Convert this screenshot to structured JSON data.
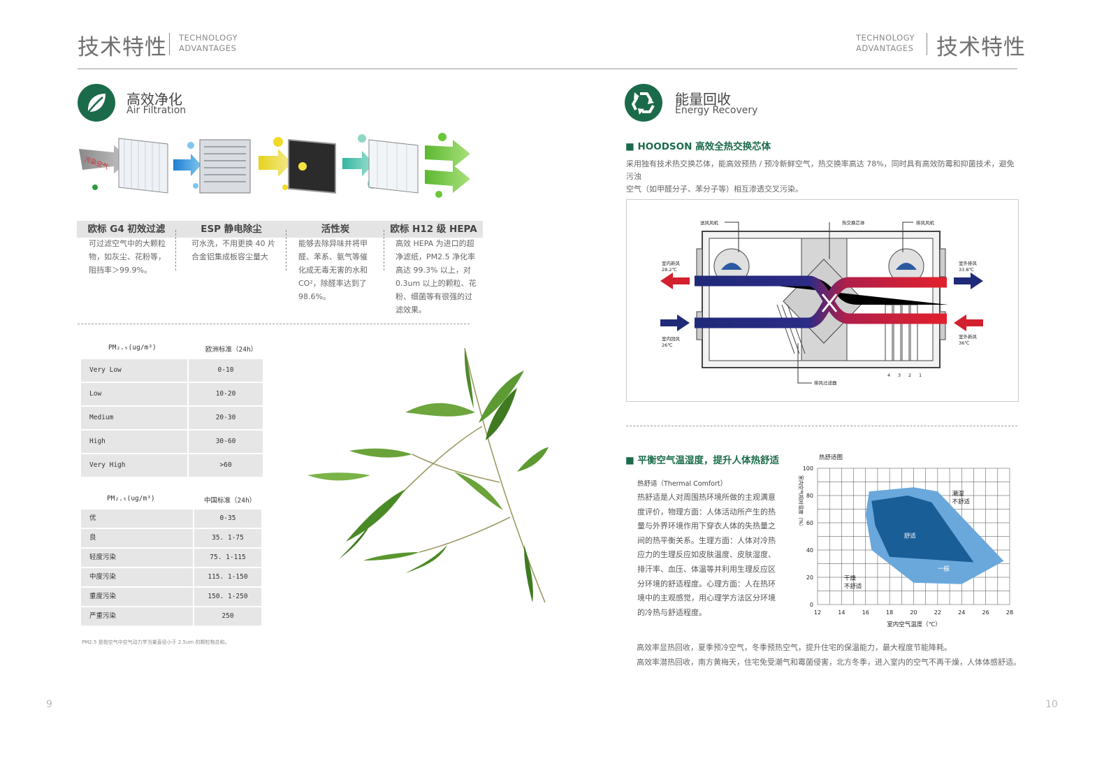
{
  "header_left": {
    "cn": "技术特性",
    "en1": "TECHNOLOGY",
    "en2": "ADVANTAGES"
  },
  "header_right": {
    "cn": "技术特性",
    "en1": "TECHNOLOGY",
    "en2": "ADVANTAGES"
  },
  "air": {
    "title_cn": "高效净化",
    "title_en": "Air Filtration",
    "illus_label": "污染空气",
    "cols": [
      {
        "title": "欧标 G4 初效过滤",
        "lines": [
          "可过滤空气中的大颗粒",
          "物，如灰尘、花粉等，",
          "阻挡率＞99.9%。"
        ]
      },
      {
        "title": "ESP 静电除尘",
        "lines": [
          "可水洗，不用更换 40 片",
          "合金铝集成板容尘量大"
        ]
      },
      {
        "title": "活性炭",
        "lines": [
          "能够去除异味并将甲",
          "醛、苯系、氨气等催",
          "化成无毒无害的水和",
          "CO²，除醛率达到了",
          "98.6%。"
        ]
      },
      {
        "title": "欧标 H12 级 HEPA",
        "lines": [
          "高效 HEPA 为进口的超",
          "净滤纸，PM2.5 净化率",
          "高达 99.3% 以上，对",
          "0.3um 以上的颗粒、花",
          "粉、细菌等有很强的过",
          "滤效果。"
        ]
      }
    ]
  },
  "eu_table": {
    "h1": "PM₂.₅(ug/m³)",
    "h2": "欧洲标准（24h）",
    "rows": [
      [
        "Very Low",
        "0-10"
      ],
      [
        "Low",
        "10-20"
      ],
      [
        "Medium",
        "20-30"
      ],
      [
        "High",
        "30-60"
      ],
      [
        "Very High",
        ">60"
      ]
    ]
  },
  "cn_table": {
    "h1": "PM₂.₅(ug/m³)",
    "h2": "中国标准（24h）",
    "rows": [
      [
        "优",
        "0-35"
      ],
      [
        "良",
        "35. 1-75"
      ],
      [
        "轻度污染",
        "75. 1-115"
      ],
      [
        "中度污染",
        "115. 1-150"
      ],
      [
        "重度污染",
        "150. 1-250"
      ],
      [
        "严重污染",
        "250"
      ]
    ]
  },
  "footnote": "PM2.5 是指空气中空气动力学当量直径小于 2.5um 的颗粒物总和。",
  "energy": {
    "title_cn": "能量回收",
    "title_en": "Energy Recovery",
    "sub1": "■ HOODSON 高效全热交换芯体",
    "desc": [
      "采用独有技术热交换芯体，能高效预热 / 预冷新鲜空气，热交换率高达 78%，同时具有高效防霉和抑菌技术，避免污浊",
      "空气（如甲醛分子、苯分子等）相互渗透交叉污染。"
    ],
    "diagram": {
      "send_fan": "送风风机",
      "core": "热交换芯体",
      "exhaust_fan": "排风风机",
      "indoor_fresh": "室内新风",
      "indoor_fresh_t": "28.2℃",
      "indoor_return": "室内回风",
      "indoor_return_t": "26℃",
      "outdoor_exhaust": "室外排风",
      "outdoor_exhaust_t": "33.8℃",
      "outdoor_fresh": "室外新风",
      "outdoor_fresh_t": "36℃",
      "filter": "排风过滤器",
      "nums": [
        "4",
        "3",
        "2",
        "1"
      ]
    },
    "sub2": "■ 平衡空气温湿度，提升人体热舒适",
    "tc_title": "热舒适（Thermal Comfort）",
    "tc_lines": [
      "热舒适是人对周围热环境所做的主观满意",
      "度评价，物理方面：人体活动所产生的热",
      "量与外界环境作用下穿衣人体的失热量之",
      "间的热平衡关系。生理方面：人体对冷热",
      "应力的生理反应如皮肤温度、皮肤湿度、",
      "排汗率、血压、体温等并利用生理反应区",
      "分环境的舒适程度。心理方面：人在热环",
      "境中的主观感觉，用心理学方法区分环境",
      "的冷热与舒适程度。"
    ],
    "bottom": [
      "高效率显热回收，夏季预冷空气，冬季预热空气，提升住宅的保温能力，最大程度节能降耗。",
      "高效率潜热回收，南方黄梅天，住宅免受潮气和霉菌侵害，北方冬季，进入室内的空气不再干燥，人体体感舒适。"
    ]
  },
  "chart_data": {
    "type": "area",
    "title": "热舒适图",
    "xlabel": "室内空气温度（℃）",
    "ylabel": "室内空气相对湿度（%）",
    "x_ticks": [
      "12",
      "14",
      "16",
      "18",
      "20",
      "22",
      "24",
      "26",
      "28"
    ],
    "y_ticks": [
      "0",
      "20",
      "40",
      "60",
      "80",
      "100"
    ],
    "xlim": [
      12,
      28
    ],
    "ylim": [
      0,
      100
    ],
    "regions": [
      {
        "name": "一般",
        "color": "#6aa8dc",
        "points": [
          [
            16.3,
            83
          ],
          [
            20,
            86
          ],
          [
            22,
            83
          ],
          [
            27.5,
            32
          ],
          [
            24,
            15
          ],
          [
            20,
            16
          ],
          [
            16.5,
            40
          ],
          [
            16,
            66
          ]
        ]
      },
      {
        "name": "舒适",
        "color": "#1a5e98",
        "points": [
          [
            16.5,
            76
          ],
          [
            19.5,
            80
          ],
          [
            21.5,
            75
          ],
          [
            25,
            31
          ],
          [
            18,
            35
          ],
          [
            16.8,
            58
          ]
        ]
      }
    ],
    "labels": {
      "humid": [
        "潮湿",
        "不舒适"
      ],
      "comfort": "舒适",
      "normal": "一般",
      "dry": [
        "干燥",
        "不舒适"
      ]
    }
  },
  "pages": {
    "left": "9",
    "right": "10"
  }
}
